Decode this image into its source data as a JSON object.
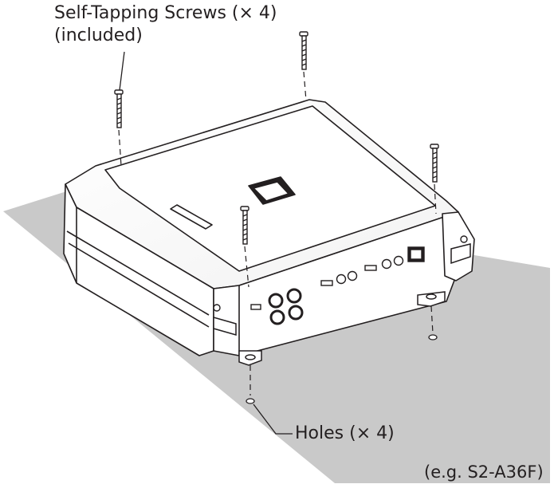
{
  "labels": {
    "screws_line1": "Self-Tapping Screws (× 4)",
    "screws_line2": "(included)",
    "holes": "Holes (× 4)",
    "model_note": "(e.g. S2-A36F)"
  }
}
